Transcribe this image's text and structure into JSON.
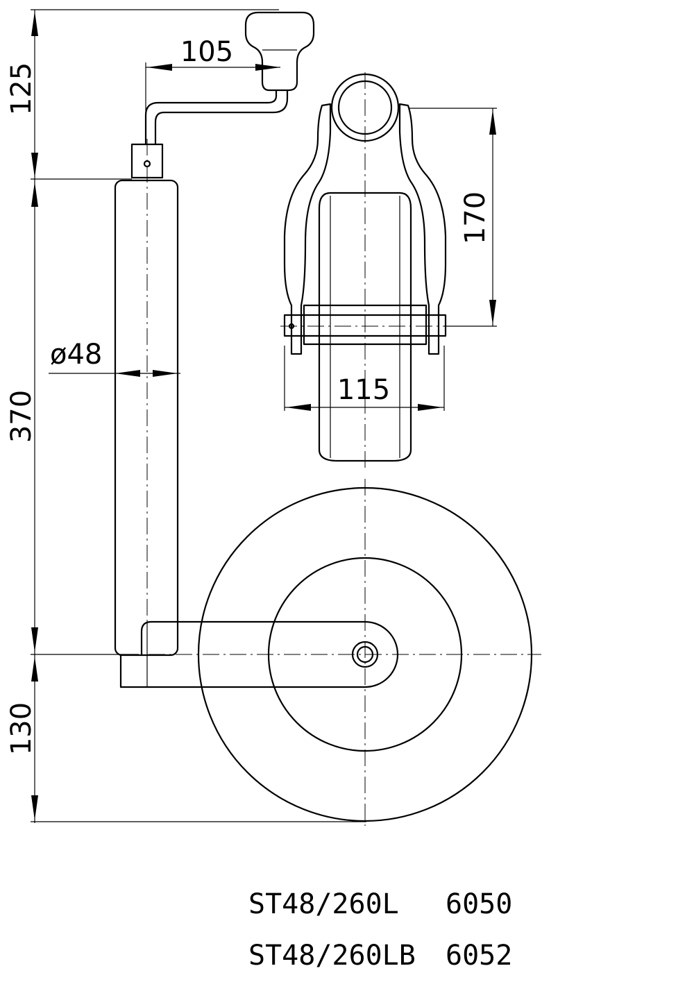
{
  "drawing": {
    "dimensions": {
      "handle_height": "125",
      "crank_offset": "105",
      "tube_length": "370",
      "tube_diameter": "ø48",
      "bottom_height": "130",
      "fork_height": "170",
      "wheel_width": "115"
    },
    "models": [
      {
        "code": "ST48/260L",
        "number": "6050"
      },
      {
        "code": "ST48/260LB",
        "number": "6052"
      }
    ]
  }
}
